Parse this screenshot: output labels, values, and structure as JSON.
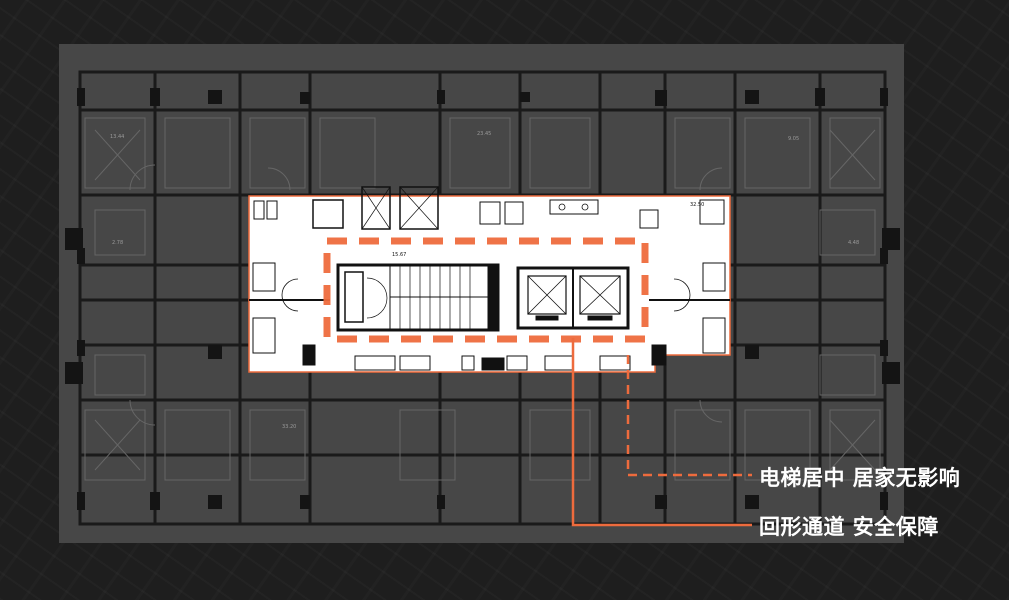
{
  "callouts": {
    "line1": "电梯居中 居家无影响",
    "line2": "回形通道 安全保障"
  },
  "plan_labels": {
    "stair_area": "15.67",
    "right_room": "32.50",
    "room_a": "13.44",
    "room_b": "9.05",
    "room_c": "33.20",
    "room_d": "23.45",
    "room_e": "2.78",
    "room_f": "4.48"
  },
  "colors": {
    "accent_orange": "#ee6b3d",
    "highlight_white": "#ffffff",
    "panel_gray": "#474747"
  }
}
